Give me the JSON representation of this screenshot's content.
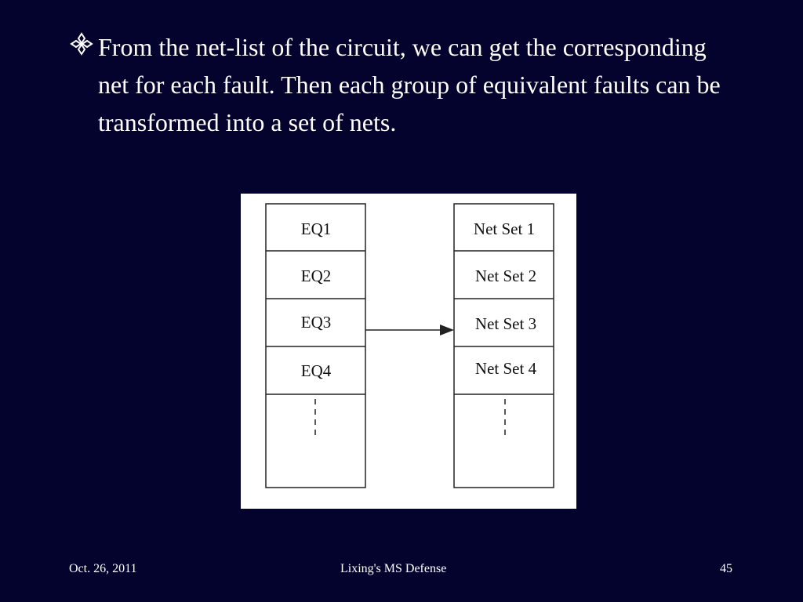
{
  "bullet": {
    "icon": "diamond-bullet-icon",
    "text": "From the net-list of the circuit, we can get the corresponding net for each fault. Then each group of equivalent faults can be transformed into a set of nets."
  },
  "figure": {
    "left_cells": [
      "EQ1",
      "EQ2",
      "EQ3",
      "EQ4"
    ],
    "right_cells": [
      "Net Set 1",
      "Net Set 2",
      "Net Set 3",
      "Net Set 4"
    ]
  },
  "footer": {
    "date": "Oct. 26, 2011",
    "title": "Lixing's MS Defense",
    "page": "45"
  },
  "colors": {
    "background": "#03032e",
    "text": "#ffffff",
    "figure_bg": "#ffffff",
    "figure_stroke": "#222222"
  }
}
